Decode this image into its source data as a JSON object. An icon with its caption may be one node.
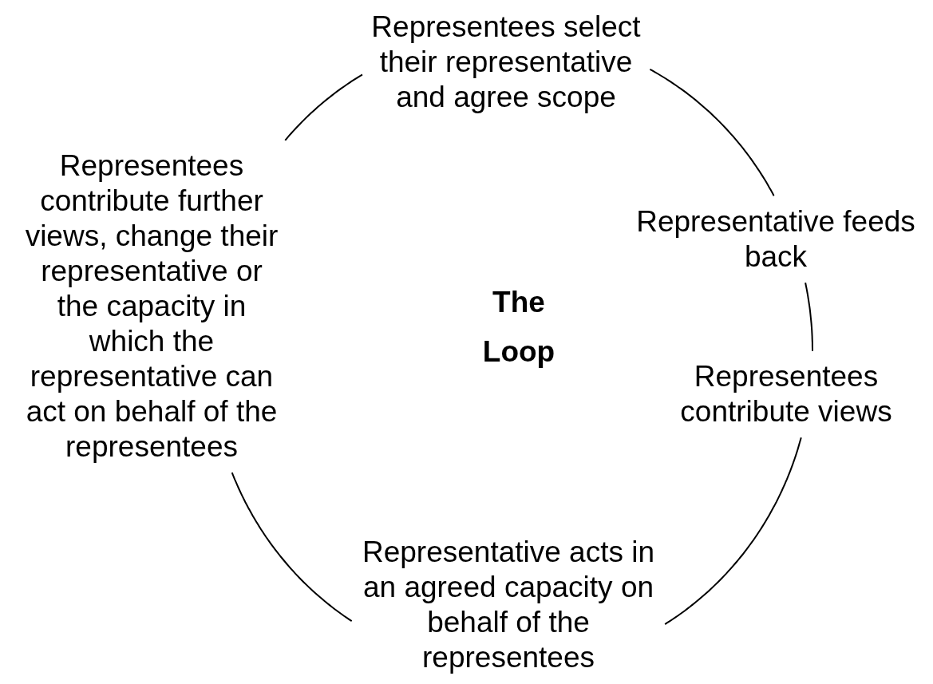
{
  "diagram": {
    "nodes": [
      {
        "text": [
          "Representees select their representative and agree scope"
        ]
      },
      {
        "text": [
          "Representative feeds back"
        ]
      },
      {
        "text": [
          "Representees contribute views"
        ]
      },
      {
        "text": [
          "Representative acts in an agreed capacity on behalf of the representees"
        ]
      },
      {
        "text": [
          "Representees contribute further views, change their representative or the capacity in which the representative can act on behalf of the representees"
        ]
      }
    ],
    "edges": [
      {
        "from": 0,
        "to": 1,
        "arrow": "none"
      },
      {
        "from": 1,
        "to": 2,
        "arrow": "none"
      },
      {
        "from": 2,
        "to": 3,
        "arrow": "none"
      },
      {
        "from": 3,
        "to": 4,
        "arrow": "none"
      },
      {
        "from": 4,
        "to": 0,
        "arrow": "none"
      }
    ],
    "labels": [
      "The Loop"
    ]
  }
}
